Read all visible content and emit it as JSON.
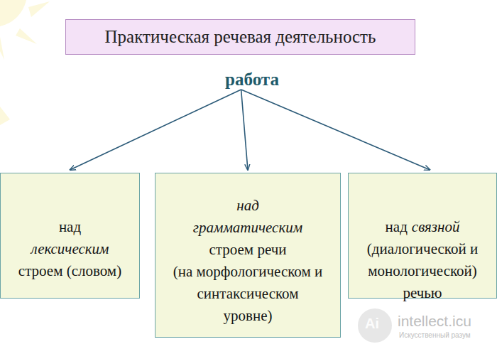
{
  "diagram": {
    "nodes": [
      {
        "text": [
          "Практическая речевая деятельность"
        ]
      },
      {
        "text": [
          "работа"
        ]
      },
      {
        "text": [
          "над",
          "лексическим",
          "строем (словом)"
        ]
      },
      {
        "text": [
          "над грамматическим",
          "строем речи",
          "(на морфологическом и синтаксическом уровне)"
        ]
      },
      {
        "text": [
          "над",
          "связной",
          "(диалогической и монологической) речью"
        ]
      }
    ],
    "edges": [
      {
        "from": 1,
        "to": 2,
        "arrow": "to"
      },
      {
        "from": 1,
        "to": 3,
        "arrow": "to"
      },
      {
        "from": 1,
        "to": 4,
        "arrow": "to"
      }
    ],
    "labels": [
      "Ai",
      "intellect.icu",
      "Искусственный разум"
    ]
  }
}
